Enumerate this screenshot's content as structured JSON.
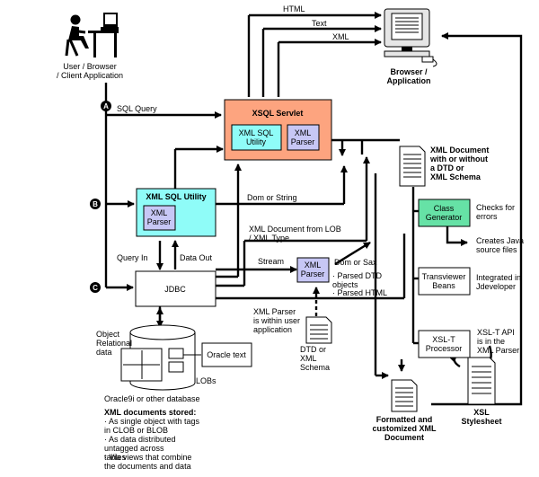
{
  "nodes": {
    "user": "User / Browser / Client Application",
    "browser": "Browser / Application",
    "xsql_servlet": "XSQL Servlet",
    "servlet_sql_utility": "XML SQL Utility",
    "servlet_parser": "XML Parser",
    "xml_sql_utility": "XML SQL Utility",
    "xsu_parser": "XML Parser",
    "jdbc": "JDBC",
    "stream_parser": "XML Parser",
    "oracle_text": "Oracle text",
    "class_generator": "Class Generator",
    "transviewer": "Transviewer Beans",
    "xslt_processor": "XSL-T Processor"
  },
  "flows": {
    "html": "HTML",
    "text": "Text",
    "xml": "XML",
    "sql_query": "SQL Query",
    "dom_or_string": "Dom or String",
    "xml_doc_from_lob": "XML Document from LOB / XML Type",
    "query_in": "Query In",
    "data_out": "Data Out",
    "stream": "Stream",
    "dom_or_sax": "Dom or Sax"
  },
  "markers": {
    "a": "A",
    "b": "B",
    "c": "C"
  },
  "annotations": {
    "xml_document": "XML Document with or without a DTD or XML Schema",
    "checks_errors": "Checks for errors",
    "creates_java": "Creates Java source files",
    "integrated": "Integrated in Jdeveloper",
    "xslt_api": "XSL-T API is in the XML Parser",
    "xsl_stylesheet": "XSL Stylesheet",
    "formatted_doc": "Formatted and customized XML Document",
    "parsed_dtd": "· Parsed DTD objects",
    "parsed_html": "· Parsed HTML",
    "parser_within": "XML Parser is within user application",
    "dtd_schema": "DTD or XML Schema",
    "object_relational": "Object Relational data",
    "lobs": "LOBs",
    "database": "Oracle9i or other database",
    "stored_title": "XML documents stored:",
    "stored_1": "· As single object with tags in CLOB or BLOB",
    "stored_2": "· As data distributed untagged across tables",
    "stored_3": "· Via views that combine the documents and data"
  },
  "colors": {
    "servlet": "#fda47f",
    "xml_sql_utility": "#8ffcf8",
    "parser": "#c7c7f5",
    "class_generator": "#66e2a6",
    "marker": "#000000"
  },
  "icons": [
    "person-at-computer-icon",
    "computer-monitor-icon",
    "document-icon",
    "database-cylinder-icon"
  ]
}
